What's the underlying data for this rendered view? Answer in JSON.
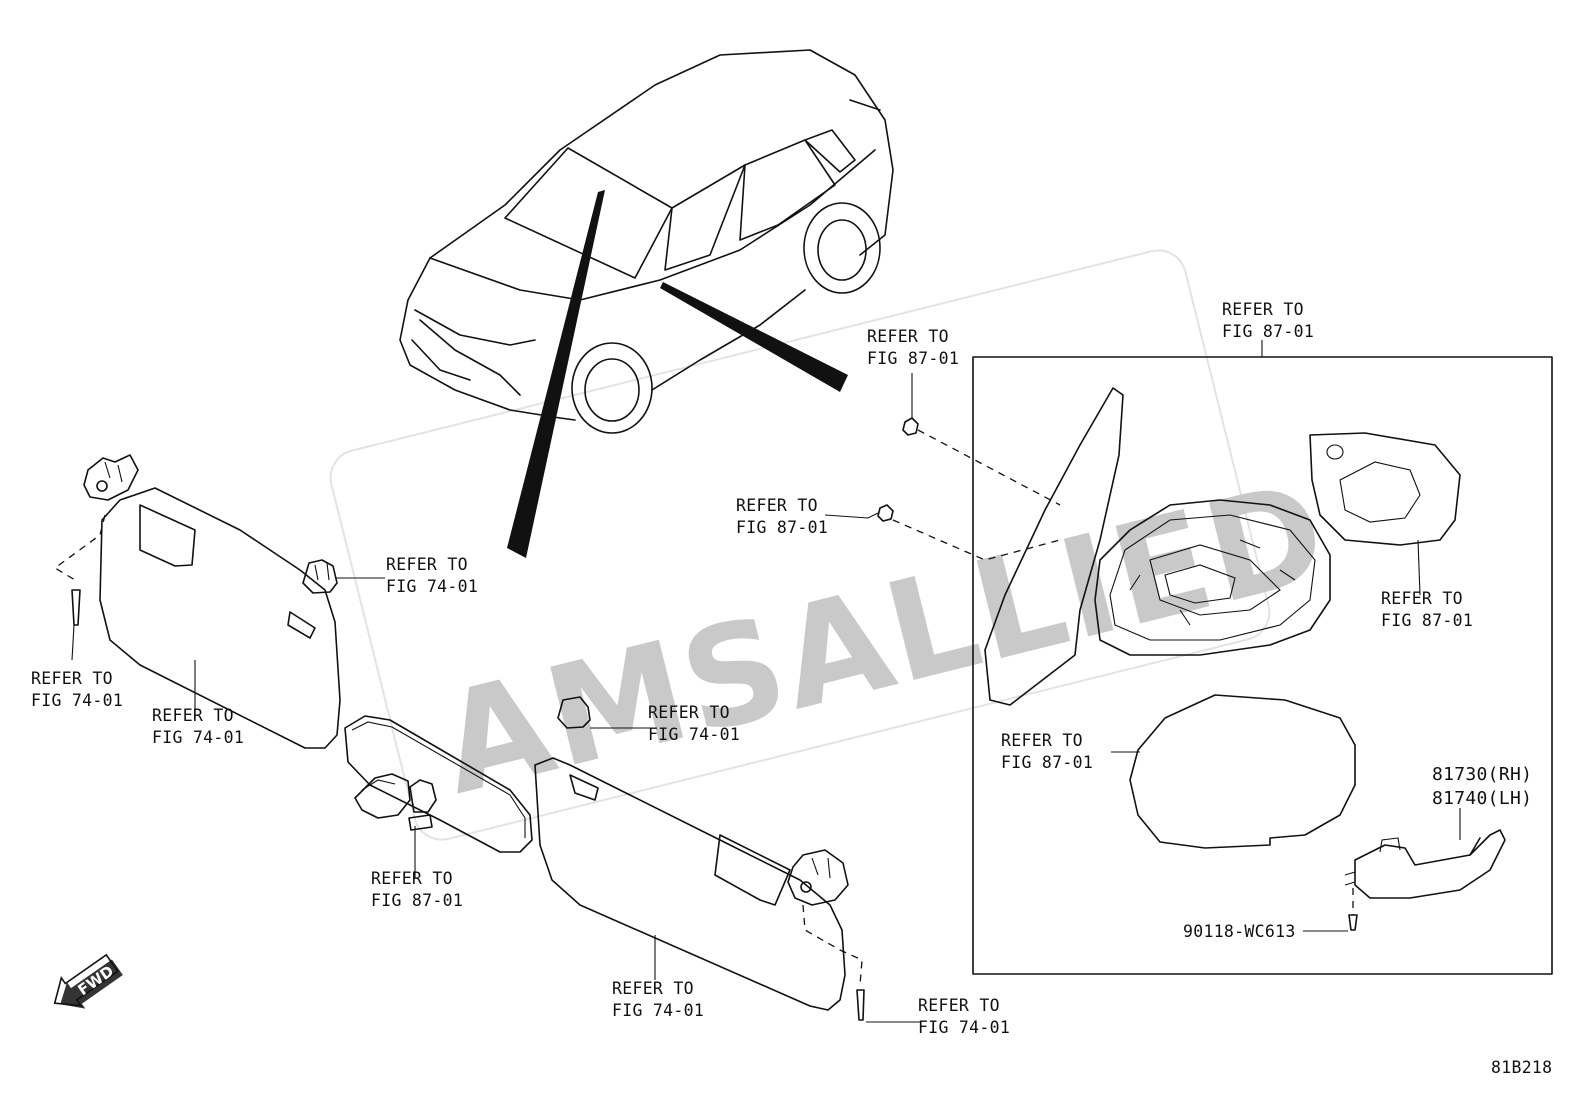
{
  "watermark": "AMSALLIED",
  "fwd_label": "FWD",
  "diagram_code": "81B218",
  "callouts": {
    "refer_fig_87_01": [
      "REFER TO",
      "FIG 87-01"
    ],
    "refer_fig_74_01": [
      "REFER TO",
      "FIG 74-01"
    ]
  },
  "parts": {
    "side_turn_lamp_rh": "81730(RH)",
    "side_turn_lamp_lh": "81740(LH)",
    "screw": "90118-WC613"
  }
}
